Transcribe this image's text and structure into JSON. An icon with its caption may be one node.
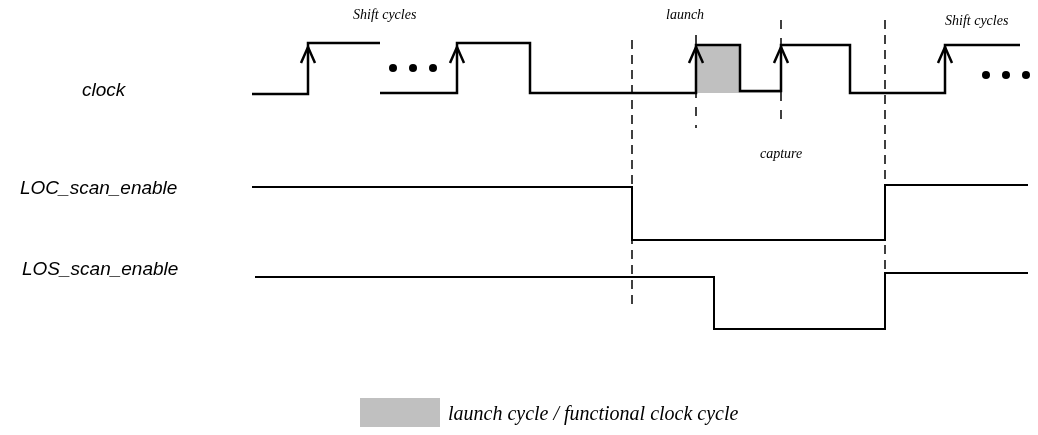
{
  "diagram": {
    "labels": [
      "Shift cycles",
      "launch",
      "Shift cycles",
      "clock",
      "capture",
      "LOC_scan_enable",
      "LOS_scan_enable"
    ],
    "legend": [
      {
        "text": "launch cycle / functional clock cycle",
        "color": "#c0c0c0"
      }
    ]
  }
}
